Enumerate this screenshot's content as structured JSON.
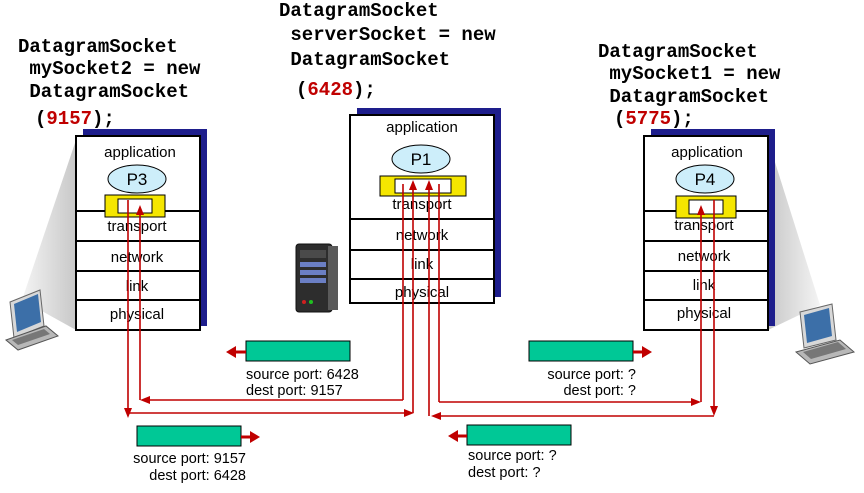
{
  "client_left": {
    "code_lines": [
      "DatagramSocket",
      " mySocket2 = new",
      " DatagramSocket"
    ],
    "port": "9157",
    "open_paren": "(",
    "close": ");",
    "layers": [
      "application",
      "transport",
      "network",
      "link",
      "physical"
    ],
    "process": "P3"
  },
  "server": {
    "code_lines": [
      "DatagramSocket",
      " serverSocket = new",
      " DatagramSocket"
    ],
    "port": "6428",
    "open_paren": "(",
    "close": ");",
    "layers": [
      "application",
      "transport",
      "network",
      "link",
      "physical"
    ],
    "process": "P1"
  },
  "client_right": {
    "code_lines": [
      "DatagramSocket",
      " mySocket1 = new",
      " DatagramSocket"
    ],
    "port": "5775",
    "open_paren": "(",
    "close": ");",
    "layers": [
      "application",
      "transport",
      "network",
      "link",
      "physical"
    ],
    "process": "P4"
  },
  "segments": [
    {
      "source": "source port: 6428",
      "dest": "dest port: 9157"
    },
    {
      "source": "source port: ?",
      "dest": "dest port: ?"
    },
    {
      "source": "source port: 9157",
      "dest": "dest port: 6428"
    },
    {
      "source": "source port: ?",
      "dest": "dest port: ?"
    }
  ],
  "colors": {
    "arrow": "#c00000",
    "segment": "#00c896",
    "stack_shadow": "#1e1e8c",
    "process": "#cdeefa",
    "socket": "#f5e600"
  }
}
